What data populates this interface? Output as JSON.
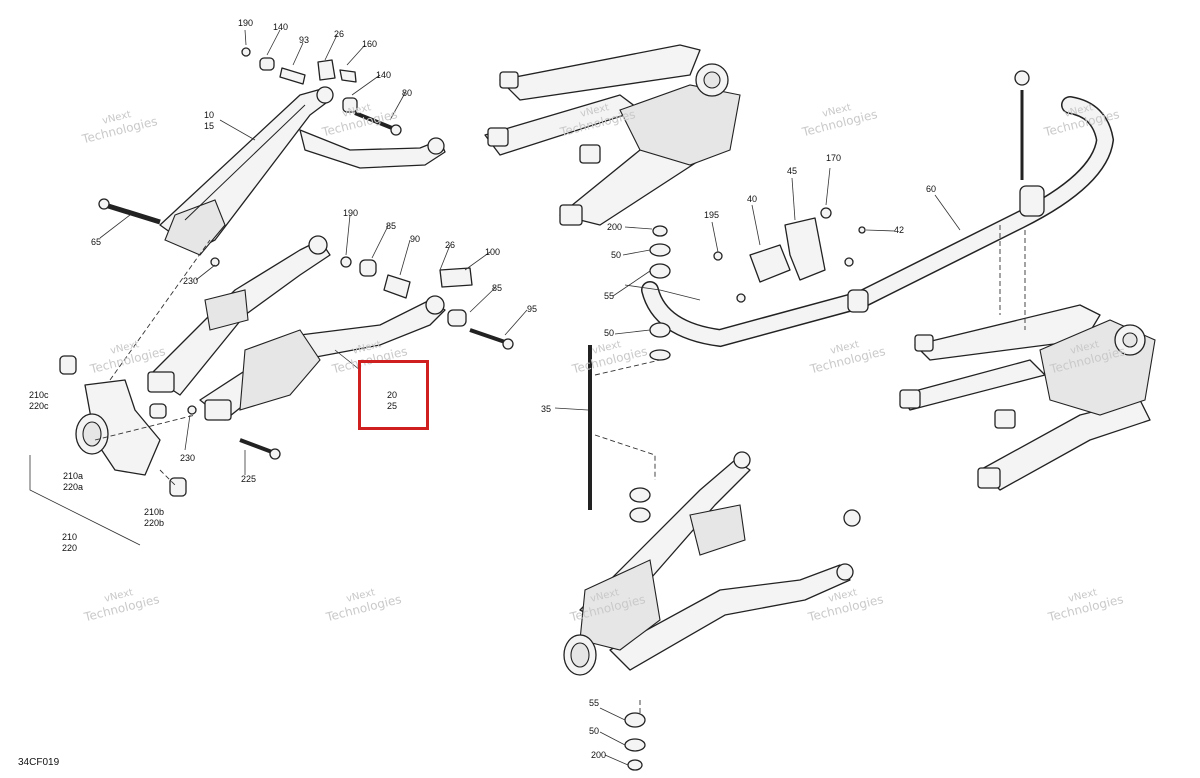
{
  "figure_id": "34CF019",
  "watermark": {
    "line1": "vNext",
    "line2": "Technologies"
  },
  "highlight_color": "#d01f1f",
  "callouts": {
    "c190a": "190",
    "c140a": "140",
    "c93": "93",
    "c26a": "26",
    "c160": "160",
    "c140b": "140",
    "c80": "80",
    "c10": "10",
    "c15": "15",
    "c65": "65",
    "c230a": "230",
    "c190b": "190",
    "c85a": "85",
    "c90": "90",
    "c26b": "26",
    "c100": "100",
    "c85b": "85",
    "c95": "95",
    "c210c": "210c",
    "c220c": "220c",
    "c20": "20",
    "c25": "25",
    "c230b": "230",
    "c225": "225",
    "c210a": "210a",
    "c220a": "220a",
    "c210b": "210b",
    "c220b": "220b",
    "c210": "210",
    "c220": "220",
    "c200a": "200",
    "c50a": "50",
    "c55a": "55",
    "c50b": "50",
    "c35": "35",
    "c195": "195",
    "c40": "40",
    "c45": "45",
    "c170": "170",
    "c42": "42",
    "c60": "60",
    "c55b": "55",
    "c50c": "50",
    "c200b": "200"
  }
}
